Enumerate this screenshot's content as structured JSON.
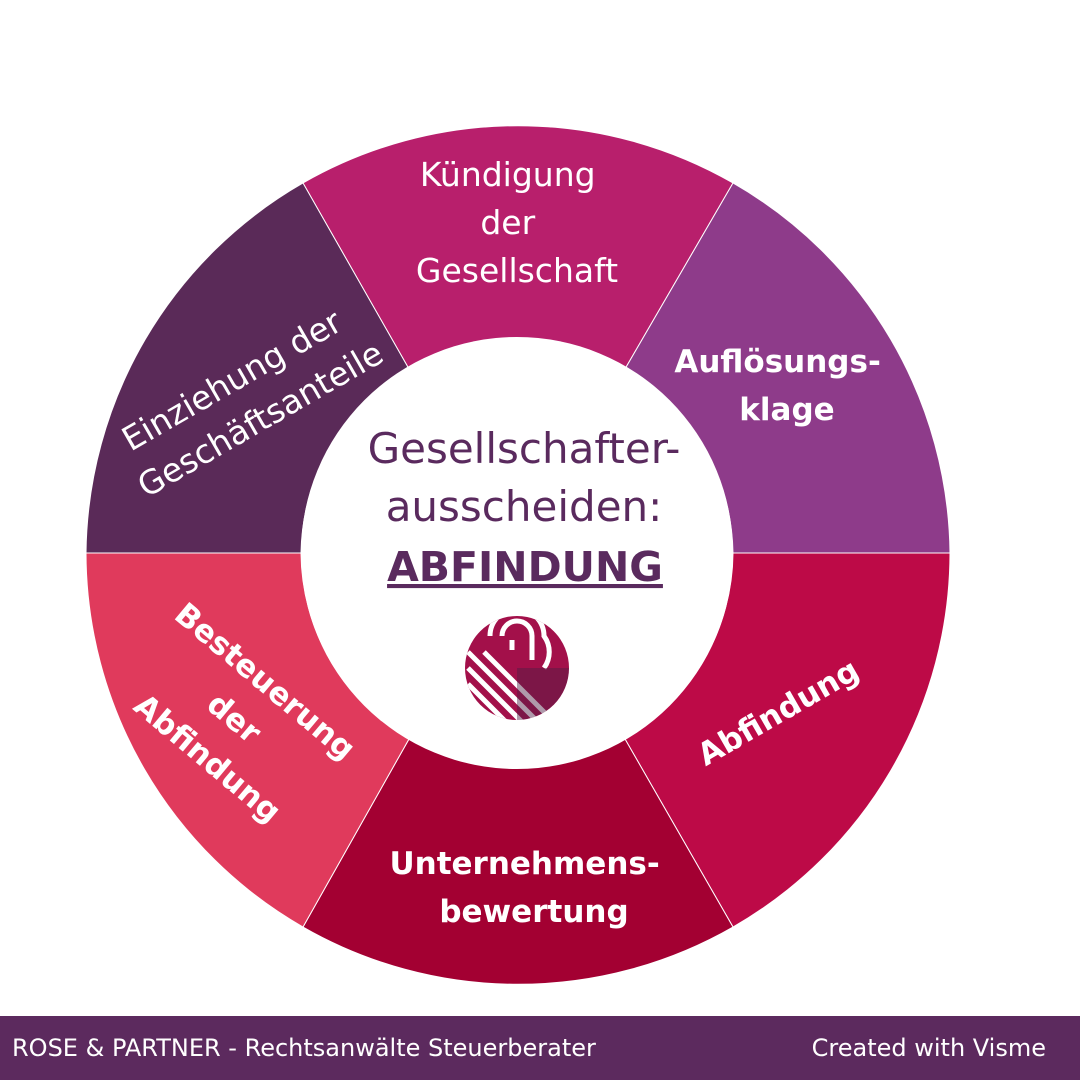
{
  "segments": [
    {
      "id": "kuendigung",
      "lines": [
        "Kündigung",
        "der",
        "Gesellschaft"
      ],
      "color": "#b81f6c",
      "bold": false
    },
    {
      "id": "aufloesungsklage",
      "lines": [
        "Auflösungs-",
        "klage"
      ],
      "color": "#8e3b8a",
      "bold": true
    },
    {
      "id": "abfindung",
      "lines": [
        "Abfindung"
      ],
      "color": "#bd0a47",
      "bold": true
    },
    {
      "id": "unternehmensbewertung",
      "lines": [
        "Unternehmens-",
        "bewertung"
      ],
      "color": "#a30032",
      "bold": true
    },
    {
      "id": "besteuerung",
      "lines": [
        "Besteuerung",
        "der",
        "Abfindung"
      ],
      "color": "#e03a5c",
      "bold": true
    },
    {
      "id": "einziehung",
      "lines": [
        "Einziehung der",
        "Geschäftsanteile"
      ],
      "color": "#5a2a58",
      "bold": false
    }
  ],
  "center": {
    "line1": "Gesellschafter-",
    "line2": "ausscheiden:",
    "line3": "ABFINDUNG",
    "text_color": "#5a2a5e"
  },
  "logo": {
    "icon": "rose-partner-logo-icon",
    "colors": [
      "#a3104a",
      "#4d1f45"
    ]
  },
  "footer": {
    "left": "ROSE & PARTNER - Rechtsanwälte Steuerberater",
    "right": "Created with Visme",
    "background": "#5c2a5e"
  }
}
